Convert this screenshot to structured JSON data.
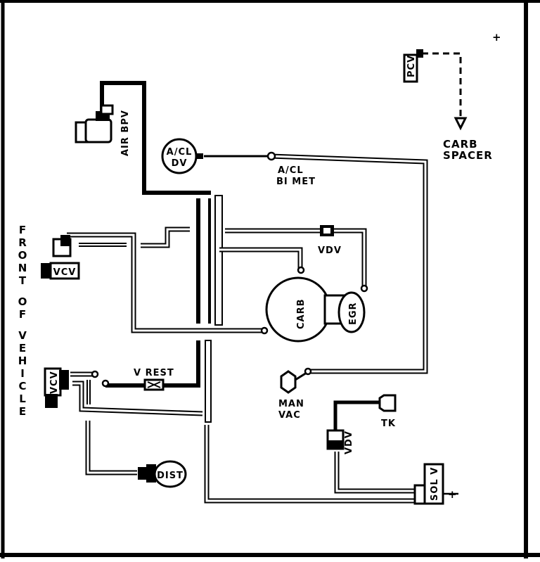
{
  "diagram": {
    "labels": {
      "pcv": "PCV",
      "carb_spacer_1": "CARB",
      "carb_spacer_2": "SPACER",
      "air_bpv": "AIR BPV",
      "acl_dv_1": "A/CL",
      "acl_dv_2": "DV",
      "acl_bimet_1": "A/CL",
      "acl_bimet_2": "BI MET",
      "vdv_upper": "VDV",
      "vcv_upper": "VCV",
      "carb": "CARB",
      "egr": "EGR",
      "front_of_vehicle": [
        "F",
        "R",
        "O",
        "N",
        "T",
        "",
        "O",
        "F",
        "",
        "V",
        "E",
        "H",
        "I",
        "C",
        "L",
        "E"
      ],
      "vcv_lower": "VCV",
      "v_rest": "V REST",
      "man_vac_1": "MAN",
      "man_vac_2": "VAC",
      "tk": "TK",
      "vdv_lower": "VDV",
      "dist": "DIST",
      "sol_v": "SOL V",
      "plus": "+"
    }
  }
}
